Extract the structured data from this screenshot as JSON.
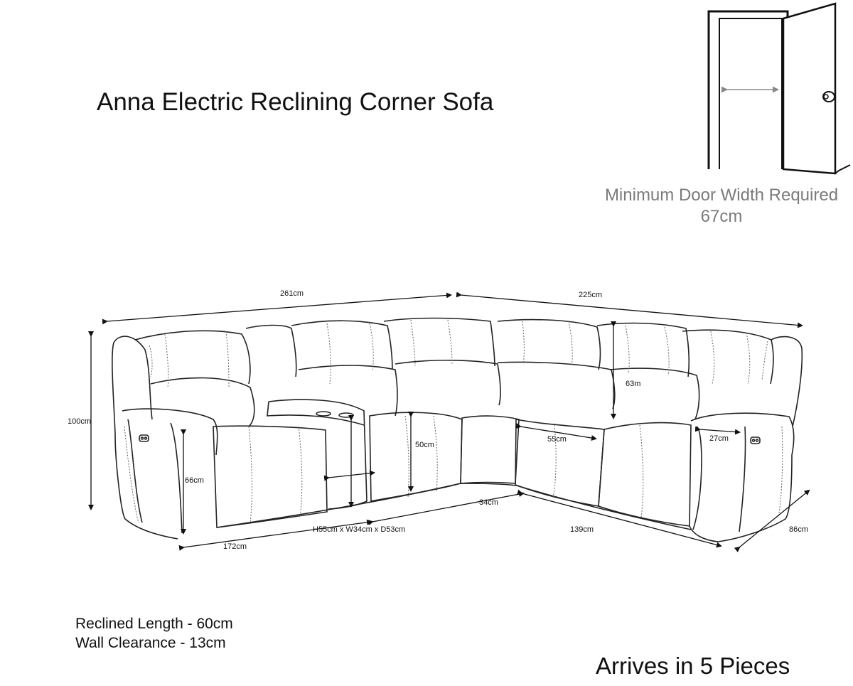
{
  "title": "Anna Electric Reclining Corner Sofa",
  "door": {
    "caption": "Minimum Door Width Required",
    "width": "67cm"
  },
  "dimensions": {
    "left_length": "261cm",
    "right_length": "225cm",
    "height": "100cm",
    "back_height": "63m",
    "seat_height": "66cm",
    "console_height": "50cm",
    "seat_depth": "55cm",
    "arm_width": "27cm",
    "corner_width": "34cm",
    "console_size": "H55cm x W34cm x D53cm",
    "left_section": "172cm",
    "right_section": "139cm",
    "depth": "86cm"
  },
  "specs": {
    "reclined_length": "Reclined Length - 60cm",
    "wall_clearance": "Wall Clearance - 13cm"
  },
  "pieces": "Arrives in 5 Pieces"
}
